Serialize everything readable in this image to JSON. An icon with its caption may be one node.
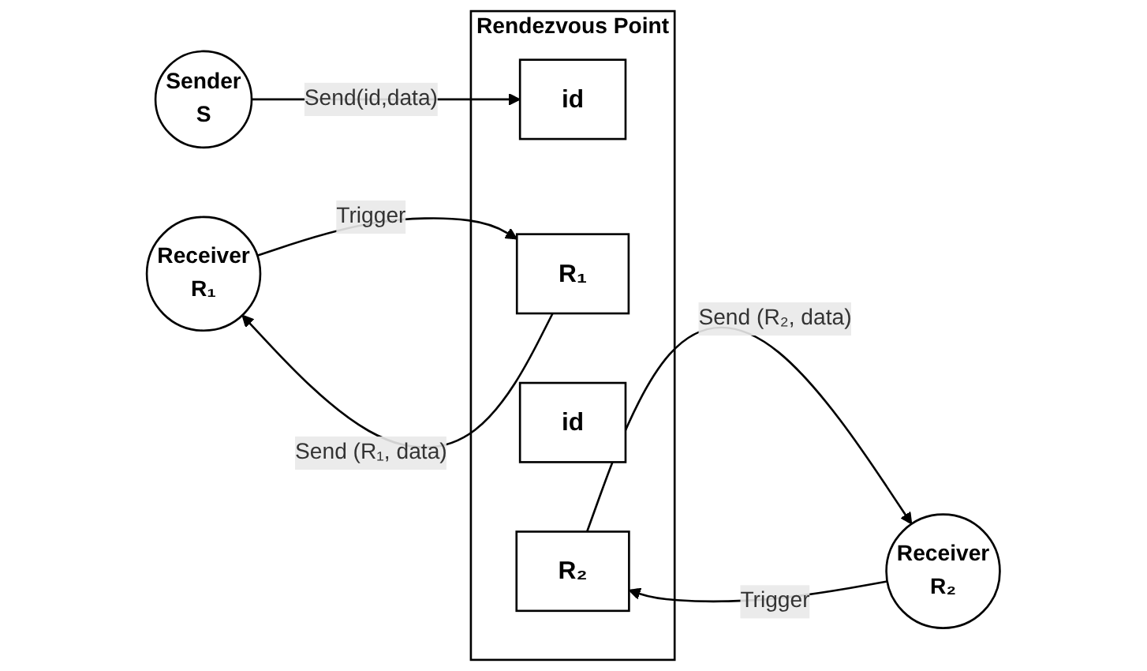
{
  "diagram": {
    "nodes": [
      {
        "text": [
          "Sender",
          "S"
        ]
      },
      {
        "text": [
          "Receiver",
          "R₁"
        ]
      },
      {
        "text": [
          "Rendezvous Point"
        ]
      },
      {
        "text": [
          "id"
        ],
        "in": 2
      },
      {
        "text": [
          "R₁"
        ],
        "in": 2
      },
      {
        "text": [
          "id"
        ],
        "in": 2
      },
      {
        "text": [
          "R₂"
        ],
        "in": 2
      },
      {
        "text": [
          "Receiver",
          "R₂"
        ]
      }
    ],
    "edges": [
      {
        "from": 0,
        "to": 3,
        "arrow": "to",
        "label": "Send(id,data)"
      },
      {
        "from": 4,
        "to": 1,
        "arrow": "to",
        "label": "Send (R₁, data)"
      },
      {
        "from": 1,
        "to": 4,
        "arrow": "to",
        "label": "Trigger"
      },
      {
        "from": 6,
        "to": 7,
        "arrow": "to",
        "label": "Send (R₂, data)"
      },
      {
        "from": 7,
        "to": 6,
        "arrow": "to",
        "label": "Trigger"
      }
    ]
  }
}
